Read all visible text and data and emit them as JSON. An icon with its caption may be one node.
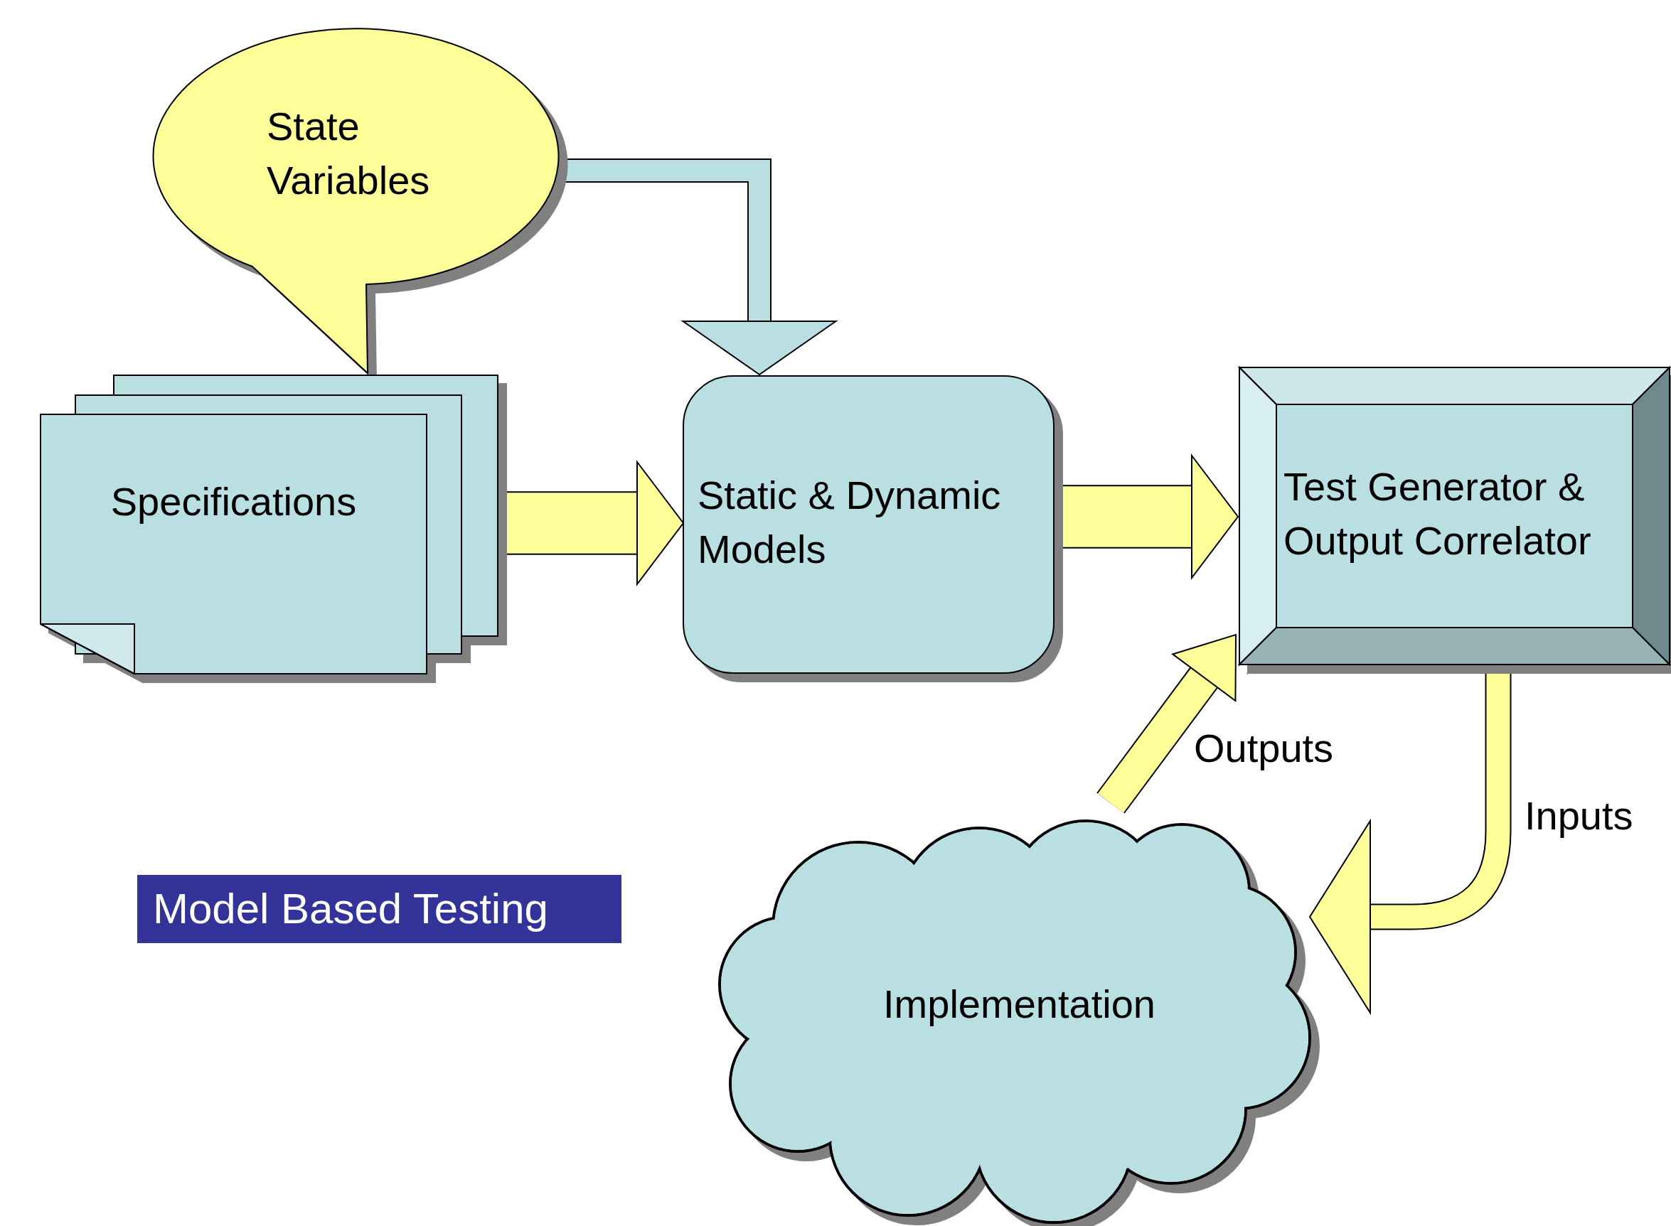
{
  "diagram": {
    "title": "Model Based Testing",
    "nodes": [
      {
        "text": [
          "State Variables"
        ]
      },
      {
        "text": [
          "Specifications"
        ]
      },
      {
        "text": [
          "Static & Dynamic Models"
        ]
      },
      {
        "text": [
          "Test Generator & Output Correlator"
        ]
      },
      {
        "text": [
          "Implementation"
        ]
      }
    ],
    "edges": [
      {
        "from": 0,
        "to": 2,
        "arrow": "to",
        "color": "#b9dfe3"
      },
      {
        "from": 1,
        "to": 2,
        "arrow": "to",
        "style": "thick"
      },
      {
        "from": 2,
        "to": 3,
        "arrow": "to",
        "style": "thick"
      },
      {
        "from": 4,
        "to": 3,
        "arrow": "to",
        "label": "Outputs"
      },
      {
        "from": 3,
        "to": 4,
        "arrow": "to",
        "label": "Inputs"
      }
    ]
  }
}
